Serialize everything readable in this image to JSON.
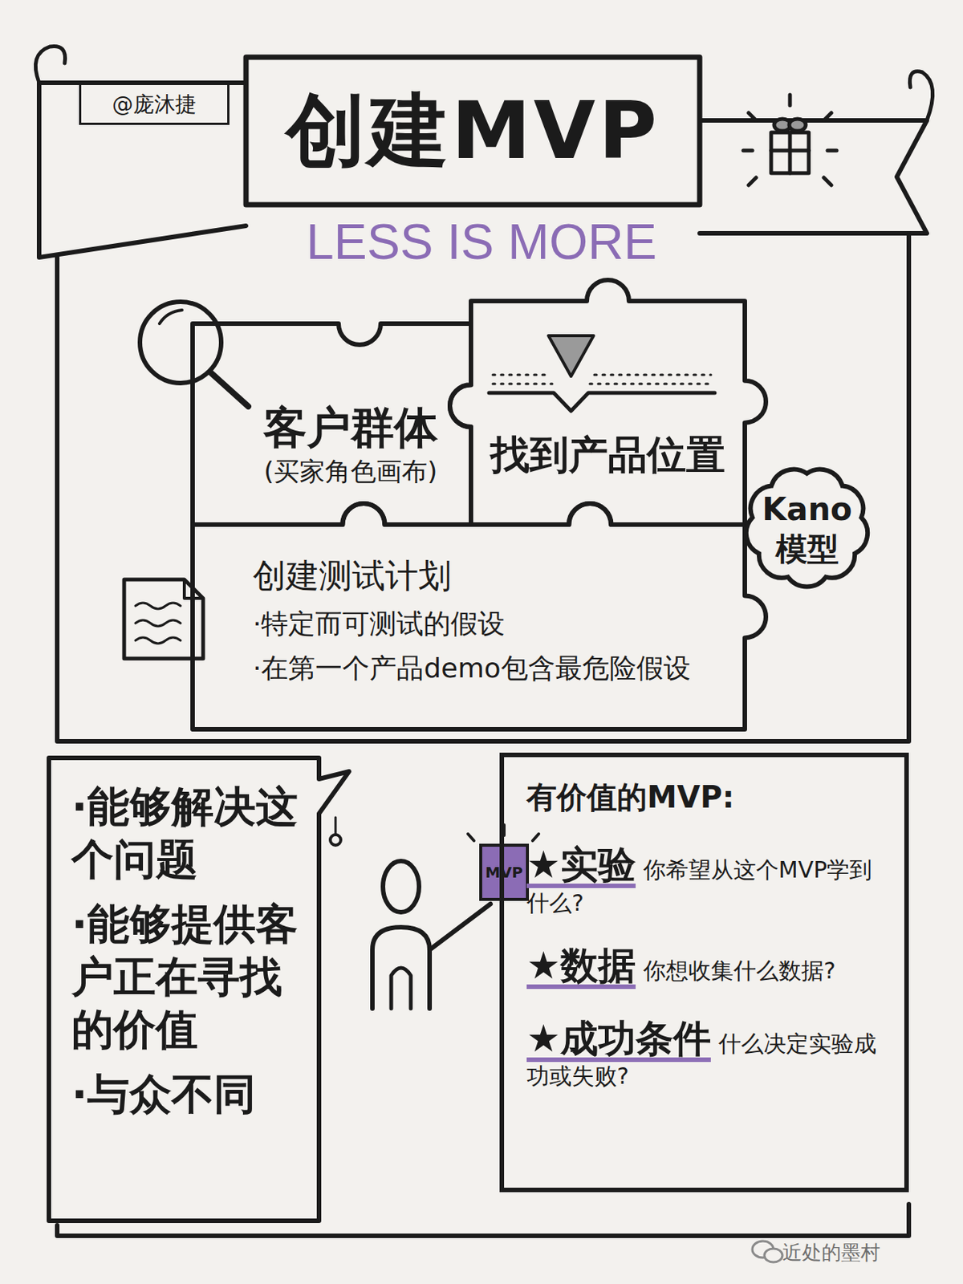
{
  "diagram": {
    "title": "创建MVP",
    "nodes": [
      {
        "text": [
          "@庞沐捷"
        ]
      },
      {
        "text": [
          "客户群体",
          "(买家角色画布)"
        ]
      },
      {
        "text": [
          "找到产品位置"
        ]
      },
      {
        "text": [
          "创建测试计划",
          "·特定而可测试的假设",
          "·在第一个产品demo包含最危险假设"
        ]
      },
      {
        "text": [
          "Kano 模型"
        ]
      },
      {
        "text": [
          "·能够解决这个问题",
          "·能够提供客户正在寻找的价值",
          "·与众不同"
        ]
      },
      {
        "text": [
          "MVP"
        ]
      },
      {
        "text": [
          "有价值的MVP:",
          "★实验",
          "你希望从这个MVP学到什么?",
          "★数据",
          "你想收集什么数据?",
          "★成功条件",
          "什么决定实验成功或失败?"
        ]
      }
    ],
    "labels": [
      "LESS IS MORE",
      "近处的墨村"
    ]
  }
}
